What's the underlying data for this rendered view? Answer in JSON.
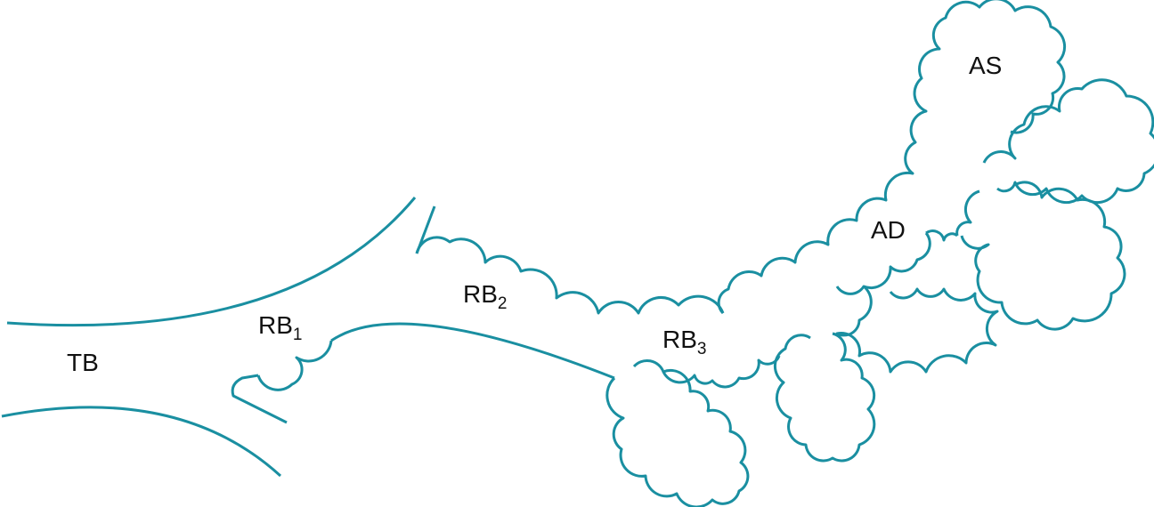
{
  "colors": {
    "stroke": "#1a8fa1",
    "text": "#111111"
  },
  "labels": {
    "tb": "TB",
    "rb1": {
      "base": "RB",
      "sub": "1"
    },
    "rb2": {
      "base": "RB",
      "sub": "2"
    },
    "rb3": {
      "base": "RB",
      "sub": "3"
    },
    "ad": "AD",
    "as": "AS"
  }
}
